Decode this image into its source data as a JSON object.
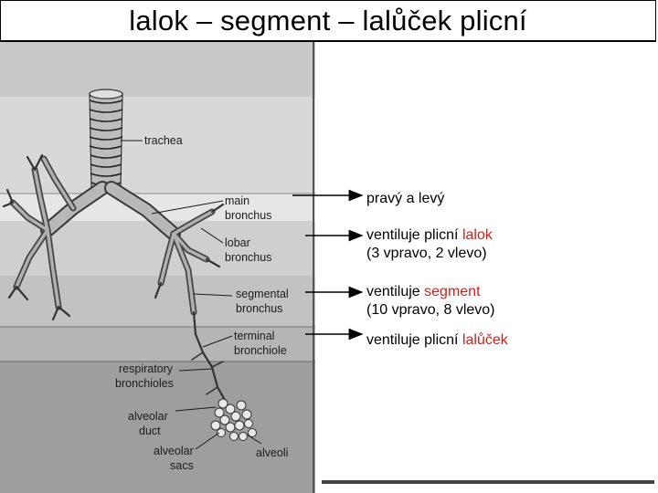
{
  "title": "lalok – segment – lalůček plicní",
  "figure": {
    "labels": {
      "trachea": "trachea",
      "main_bronchus": [
        "main",
        "bronchus"
      ],
      "lobar_bronchus": [
        "lobar",
        "bronchus"
      ],
      "segmental_bronchus": [
        "segmental",
        "bronchus"
      ],
      "terminal_bronchiole": [
        "terminal",
        "bronchiole"
      ],
      "respiratory_bronchioles": [
        "respiratory",
        "bronchioles"
      ],
      "alveolar_duct": [
        "alveolar",
        "duct"
      ],
      "alveolar_sacs": [
        "alveolar",
        "sacs"
      ],
      "alveoli": "alveoli"
    }
  },
  "notes": {
    "n1": {
      "text": "pravý a levý"
    },
    "n2": {
      "prefix": "ventiluje plicní ",
      "highlight": "lalok",
      "line2": "(3 vpravo, 2 vlevo)"
    },
    "n3": {
      "prefix": "ventiluje ",
      "highlight": "segment",
      "line2": "(10 vpravo, 8 vlevo)"
    },
    "n4": {
      "prefix": "ventiluje plicní ",
      "highlight": "lalůček"
    }
  },
  "colors": {
    "highlight": "#d1201a",
    "band_dark": "#9a9a9a",
    "band_light": "#c9c9c9"
  }
}
